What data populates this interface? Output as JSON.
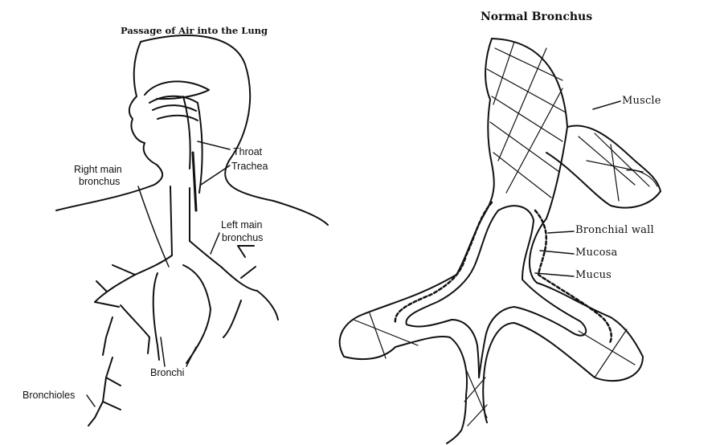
{
  "left_panel": {
    "title": "Passage of Air into the Lung",
    "labels": {
      "throat": "Throat",
      "trachea": "Trachea",
      "right_main_bronchus_1": "Right main",
      "right_main_bronchus_2": "bronchus",
      "left_main_bronchus_1": "Left main",
      "left_main_bronchus_2": "bronchus",
      "bronchi": "Bronchi",
      "bronchioles": "Bronchioles"
    }
  },
  "right_panel": {
    "title": "Normal Bronchus",
    "labels": {
      "muscle": "Muscle",
      "bronchial_wall": "Bronchial wall",
      "mucosa": "Mucosa",
      "mucus": "Mucus"
    }
  }
}
